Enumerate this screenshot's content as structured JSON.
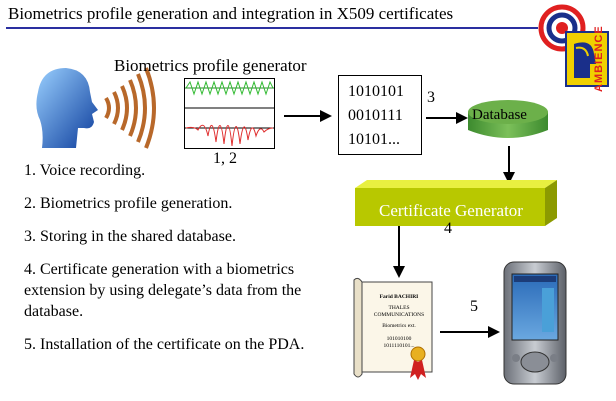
{
  "title": "Biometrics profile generation and integration in X509 certificates",
  "logo": {
    "text": "AMBIENCE",
    "colors": {
      "red": "#e02020",
      "blue": "#1a2f8a",
      "yellow": "#f0d000"
    }
  },
  "generator_label": "Biometrics profile generator",
  "waveform_step_label": "1, 2",
  "binary_lines": [
    "1010101",
    "0010111",
    "10101..."
  ],
  "database": {
    "label": "Database",
    "step": "3",
    "color": "#5aa046"
  },
  "certificate_generator": {
    "label": "Certificate Generator",
    "step": "4",
    "color": "#b8c800"
  },
  "certificate_doc": {
    "lines": [
      "Farid BACHIRI",
      "THALES",
      "COMMUNICATIONS",
      "Biometrics ext.",
      "101010100",
      "1011110101..."
    ]
  },
  "pda": {
    "step": "5"
  },
  "steps": [
    "1. Voice recording.",
    "2. Biometrics profile generation.",
    "3. Storing in the shared database.",
    "4. Certificate generation with a biometrics extension by using delegate’s data from the database.",
    "5. Installation of the certificate on the PDA."
  ]
}
